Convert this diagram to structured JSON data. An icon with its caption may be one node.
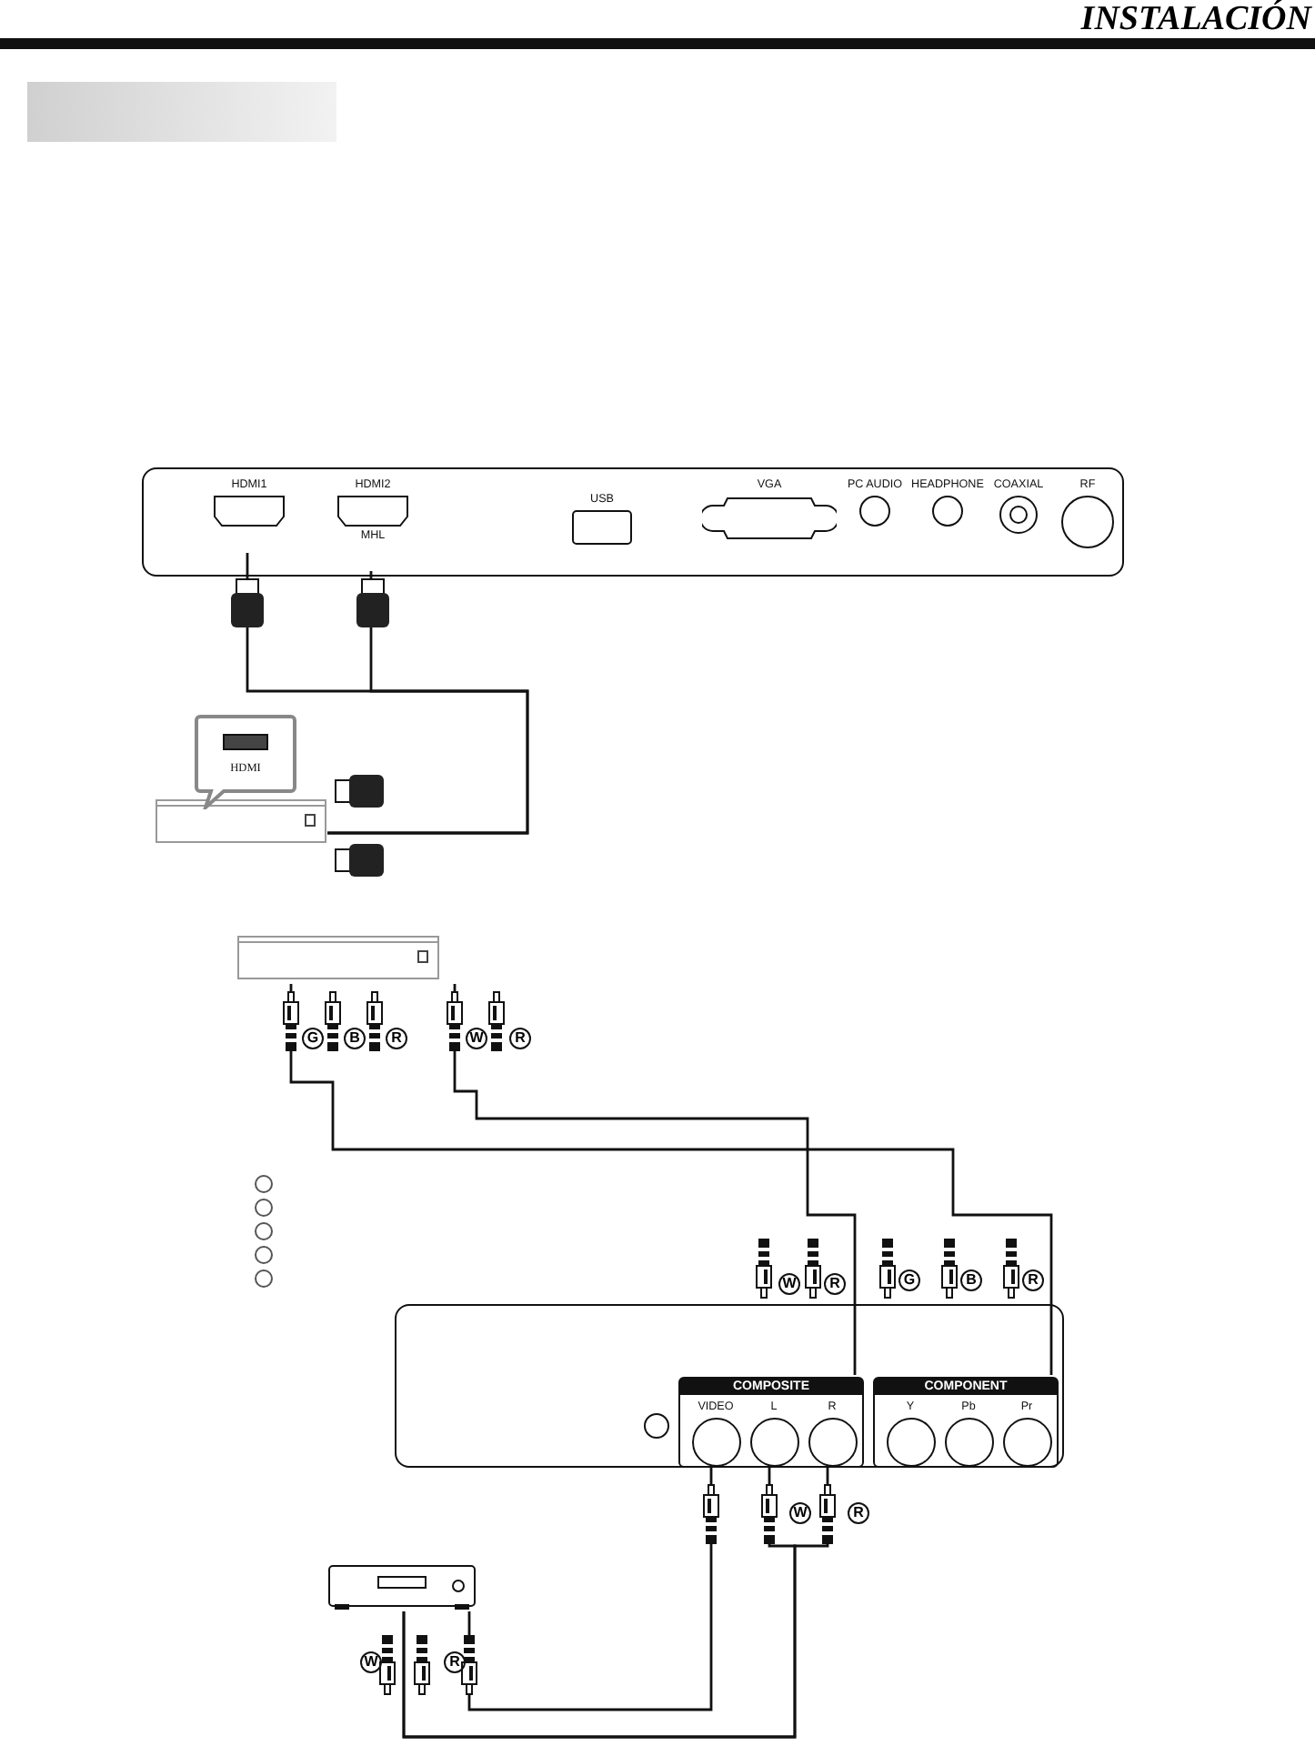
{
  "diagram": {
    "title": "INSTALACIÓN",
    "nodes": [
      {
        "text": [],
        "shape": "box"
      },
      {
        "text": [
          "HDMI1"
        ],
        "in": 0
      },
      {
        "text": [
          "HDMI2",
          "MHL"
        ],
        "in": 0
      },
      {
        "text": [
          "USB"
        ],
        "in": 0
      },
      {
        "text": [
          "VGA"
        ],
        "in": 0
      },
      {
        "text": [
          "PC AUDIO"
        ],
        "in": 0
      },
      {
        "text": [
          "HEADPHONE"
        ],
        "in": 0
      },
      {
        "text": [
          "COAXIAL"
        ],
        "in": 0
      },
      {
        "text": [
          "RF"
        ],
        "in": 0
      },
      {
        "text": [],
        "shape": "box"
      },
      {
        "text": [
          "HDMI"
        ]
      },
      {
        "text": [],
        "shape": "box"
      },
      {
        "text": [],
        "shape": "box"
      },
      {
        "text": [
          "COMPOSITE"
        ],
        "in": 12
      },
      {
        "text": [
          "VIDEO"
        ],
        "in": 13
      },
      {
        "text": [
          "L"
        ],
        "in": 13
      },
      {
        "text": [
          "R"
        ],
        "in": 13
      },
      {
        "text": [
          "COMPONENT"
        ],
        "in": 12
      },
      {
        "text": [
          "Y"
        ],
        "in": 17
      },
      {
        "text": [
          "Pb"
        ],
        "in": 17
      },
      {
        "text": [
          "Pr"
        ],
        "in": 17
      },
      {
        "text": [],
        "shape": "box"
      },
      {
        "text": [],
        "shape": "bar"
      }
    ],
    "edges": [
      {
        "from": 1,
        "to": 9,
        "arrow": "none"
      },
      {
        "from": 2,
        "to": 9,
        "arrow": "none"
      },
      {
        "from": 11,
        "to": 17,
        "arrow": "none"
      },
      {
        "from": 11,
        "to": 13,
        "arrow": "none"
      },
      {
        "from": 21,
        "to": 14,
        "arrow": "none"
      },
      {
        "from": 21,
        "to": 15,
        "arrow": "none"
      },
      {
        "from": 21,
        "to": 16,
        "arrow": "none"
      }
    ],
    "labels": [
      "G",
      "B",
      "R",
      "W",
      "R",
      "W",
      "R",
      "G",
      "B",
      "R",
      "W",
      "R",
      "W",
      "R"
    ]
  }
}
